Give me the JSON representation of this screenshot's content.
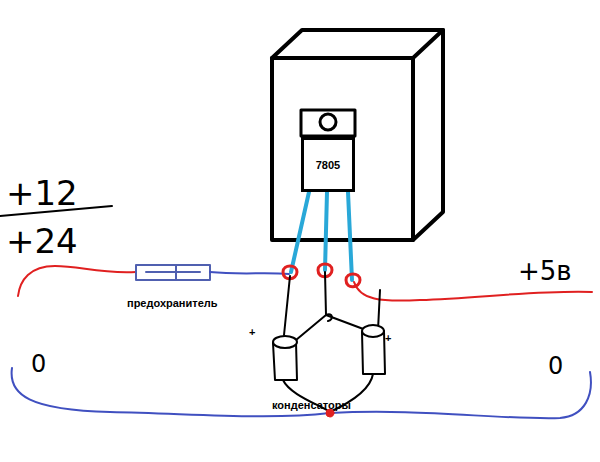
{
  "diagram": {
    "nodes": [
      {
        "text": [
          "7805"
        ]
      }
    ],
    "labels": [
      "+12",
      "+24",
      "предохранитель",
      "+5в",
      "+",
      "+",
      "конденсаторы",
      "0",
      "0"
    ]
  }
}
